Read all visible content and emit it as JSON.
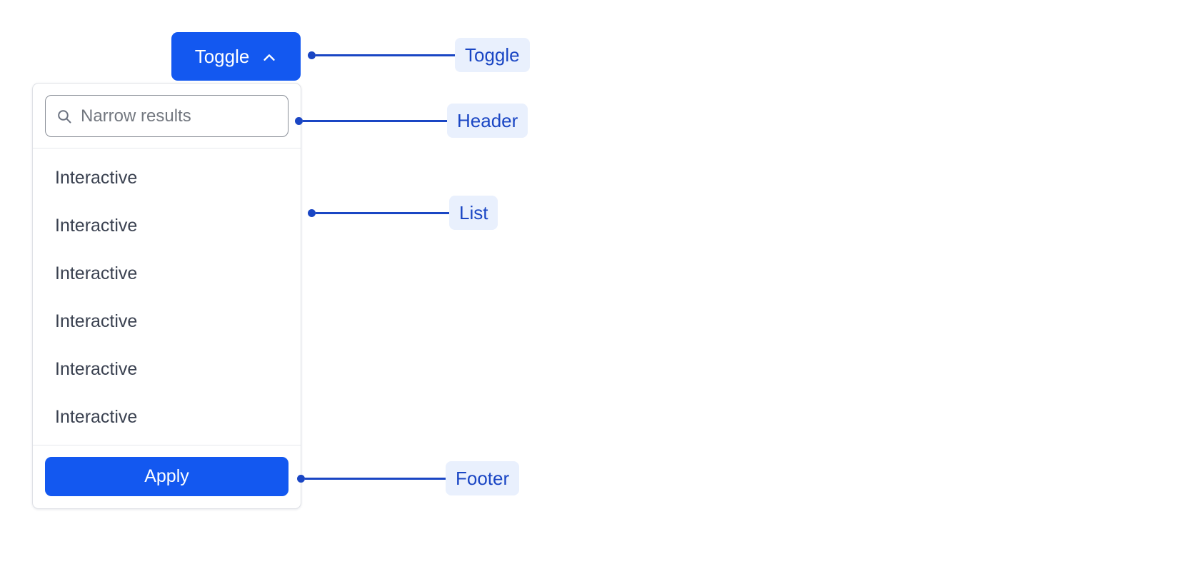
{
  "toggle": {
    "label": "Toggle",
    "icon": "chevron-up-icon",
    "expanded": true,
    "background_color": "#1358f0",
    "text_color": "#ffffff"
  },
  "panel": {
    "header": {
      "search": {
        "icon": "search-icon",
        "placeholder": "Narrow results",
        "value": ""
      }
    },
    "list": {
      "items": [
        {
          "label": "Interactive"
        },
        {
          "label": "Interactive"
        },
        {
          "label": "Interactive"
        },
        {
          "label": "Interactive"
        },
        {
          "label": "Interactive"
        },
        {
          "label": "Interactive"
        }
      ]
    },
    "footer": {
      "apply_label": "Apply",
      "apply_background_color": "#1358f0",
      "apply_text_color": "#ffffff"
    },
    "border_color": "#dfe1e6",
    "background_color": "#ffffff"
  },
  "annotations": [
    {
      "label": "Toggle",
      "target": "toggle-button"
    },
    {
      "label": "Header",
      "target": "panel-header"
    },
    {
      "label": "List",
      "target": "panel-list"
    },
    {
      "label": "Footer",
      "target": "panel-footer"
    }
  ],
  "annotation_style": {
    "chip_background": "#e9f0fd",
    "chip_text_color": "#1a46c4",
    "line_color": "#1a46c4"
  },
  "page": {
    "background_color": "#ffffff"
  }
}
